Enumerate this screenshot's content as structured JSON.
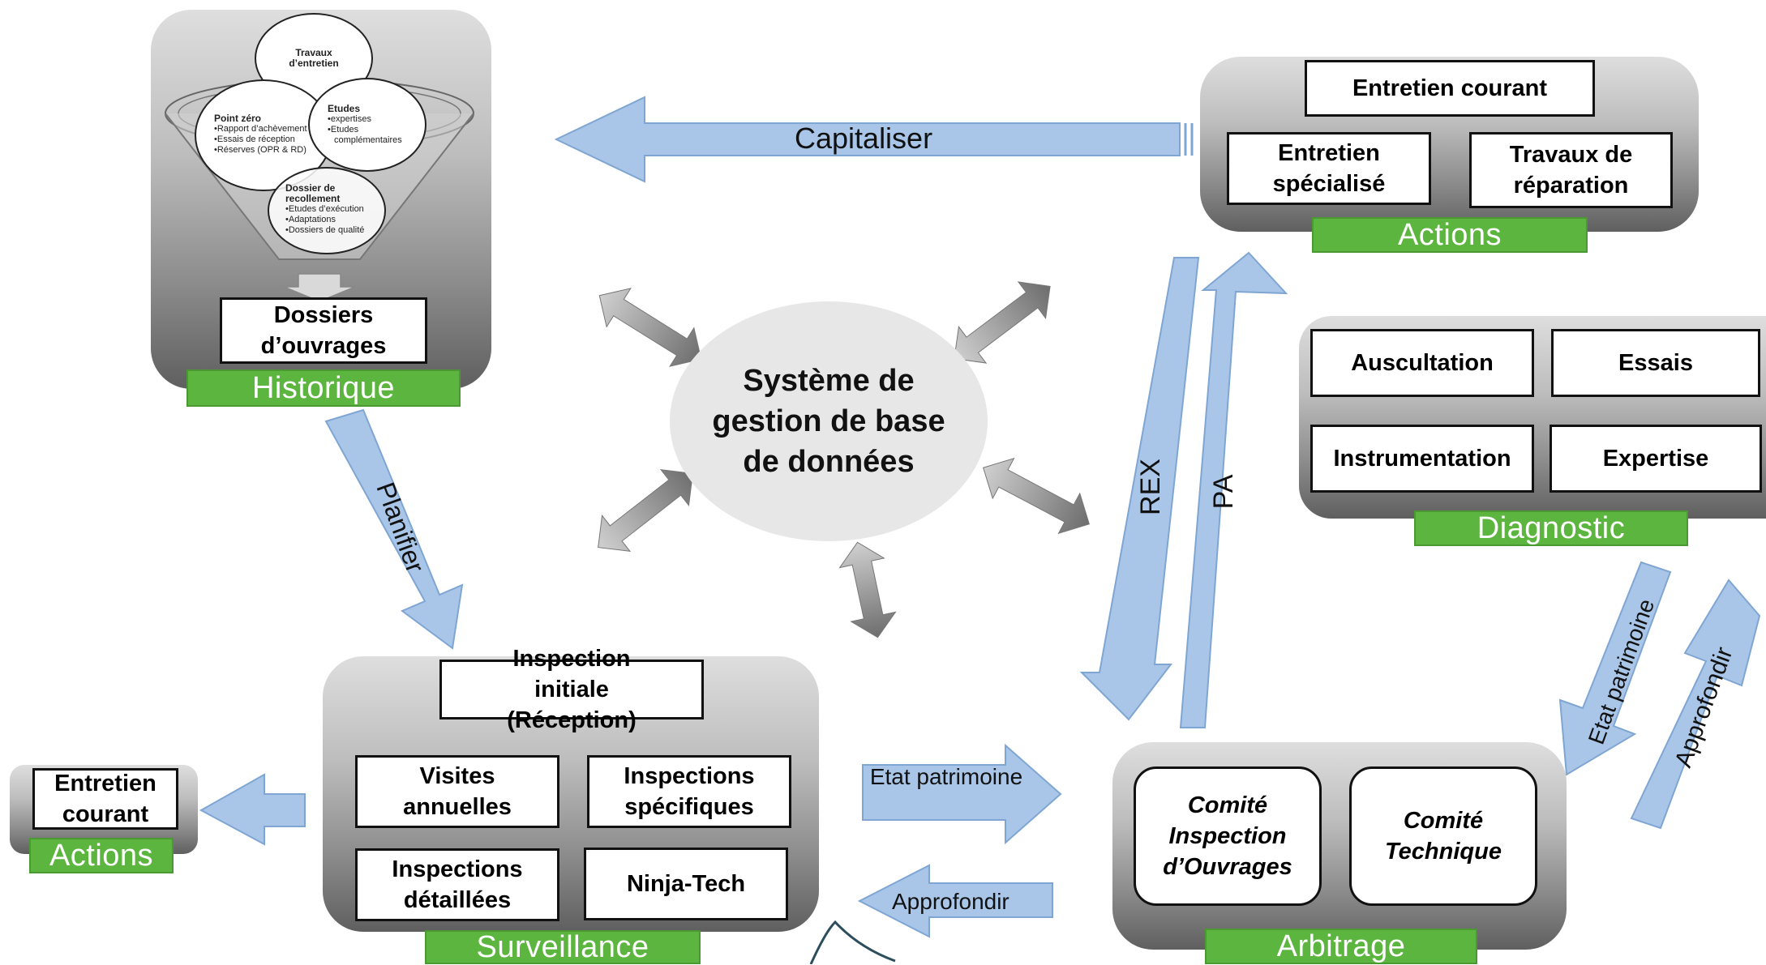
{
  "colors": {
    "label_green": "#5cb53f",
    "arrow_blue": "#a9c6e8",
    "panel_gray": "#9a9a9a"
  },
  "historique": {
    "label": "Historique",
    "dossiers": "Dossiers d’ouvrages",
    "funnel": {
      "travaux": "Travaux d’entretien",
      "point_zero_title": "Point zéro",
      "point_zero_items": [
        "•Rapport d’achèvement",
        "•Essais de réception",
        "•Réserves (OPR & RD)"
      ],
      "etudes_title": "Etudes",
      "etudes_items": [
        "•expertises",
        "•Etudes",
        "complémentaires"
      ],
      "dossier_title": "Dossier de recollement",
      "dossier_items": [
        "•Etudes d’exécution",
        "•Adaptations",
        "•Dossiers de qualité"
      ]
    }
  },
  "actions_top": {
    "label": "Actions",
    "courant": "Entretien courant",
    "specialise": "Entretien spécialisé",
    "reparation": "Travaux de réparation"
  },
  "diagnostic": {
    "label": "Diagnostic",
    "items": [
      "Auscultation",
      "Essais",
      "Instrumentation",
      "Expertise"
    ]
  },
  "surveillance": {
    "label": "Surveillance",
    "initiale": "Inspection initiale (Réception)",
    "visites": "Visites annuelles",
    "specifiques": "Inspections spécifiques",
    "detaillees": "Inspections détaillées",
    "ninja": "Ninja-Tech"
  },
  "actions_left": {
    "label": "Actions",
    "courant": "Entretien courant"
  },
  "arbitrage": {
    "label": "Arbitrage",
    "comite_inspection": "Comité Inspection d’Ouvrages",
    "comite_technique": "Comité Technique"
  },
  "center": {
    "title": "Système de gestion de base de données"
  },
  "arrow_labels": {
    "capitaliser": "Capitaliser",
    "planifier": "Planifier",
    "rex": "REX",
    "pa": "PA",
    "etat_patrimoine_center": "Etat patrimoine",
    "approfondir_bottom": "Approfondir",
    "etat_patrimoine_right": "Etat patrimoine",
    "approfondir_right": "Approfondir"
  }
}
